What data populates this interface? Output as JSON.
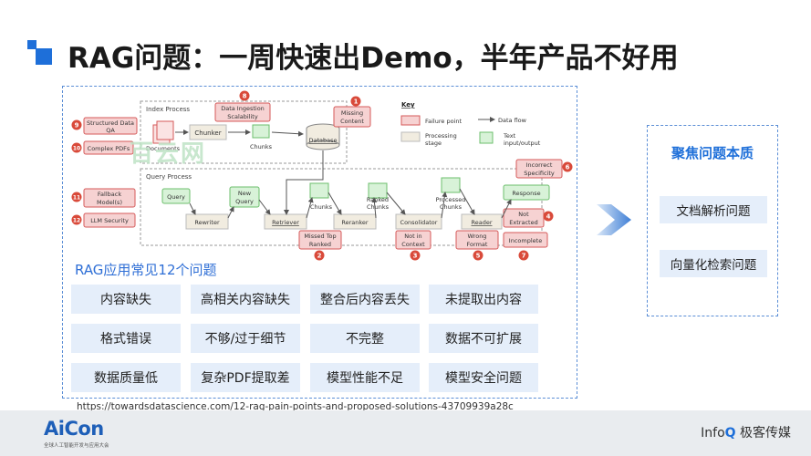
{
  "title": "RAG问题：一周快速出Demo，半年产品不好用",
  "diagram": {
    "index_process": "Index Process",
    "query_process": "Query Process",
    "key_title": "Key",
    "key_failure": "Failure point",
    "key_processing": "Processing",
    "key_stage": "stage",
    "key_dataflow": "Data flow",
    "key_text": "Text",
    "key_io": "input/output",
    "documents": "Documents",
    "chunker": "Chunker",
    "chunks": "Chunks",
    "database": "Database",
    "data_ingestion_1": "Data Ingestion",
    "data_ingestion_2": "Scalability",
    "missing_content_1": "Missing",
    "missing_content_2": "Content",
    "structured_1": "Structured Data",
    "structured_2": "QA",
    "complex_pdfs": "Complex PDFs",
    "fallback_1": "Fallback",
    "fallback_2": "Model(s)",
    "llm_security": "LLM Security",
    "query": "Query",
    "rewriter": "Rewriter",
    "new_query_1": "New",
    "new_query_2": "Query",
    "retriever": "Retriever",
    "q_chunks": "Chunks",
    "reranker": "Reranker",
    "ranked_1": "Ranked",
    "ranked_2": "Chunks",
    "consolidator": "Consolidator",
    "processed_1": "Processed",
    "processed_2": "Chunks",
    "reader": "Reader",
    "response": "Response",
    "incorrect_1": "Incorrect",
    "incorrect_2": "Specificity",
    "not_extracted_1": "Not",
    "not_extracted_2": "Extracted",
    "incomplete": "Incomplete",
    "missed_1": "Missed Top",
    "missed_2": "Ranked",
    "not_in_context_1": "Not in",
    "not_in_context_2": "Context",
    "wrong_format_1": "Wrong",
    "wrong_format_2": "Format",
    "n1": "1",
    "n2": "2",
    "n3": "3",
    "n4": "4",
    "n5": "5",
    "n6": "6",
    "n7": "7",
    "n8": "8",
    "n9": "9",
    "n10": "10",
    "n11": "11",
    "n12": "12"
  },
  "watermark": "百云网",
  "section_title": "RAG应用常见12个问题",
  "problems": [
    "内容缺失",
    "高相关内容缺失",
    "整合后内容丢失",
    "未提取出内容",
    "格式错误",
    "不够/过于细节",
    "不完整",
    "数据不可扩展",
    "数据质量低",
    "复杂PDF提取差",
    "模型性能不足",
    "模型安全问题"
  ],
  "source_url": "https://towardsdatascience.com/12-rag-pain-points-and-proposed-solutions-43709939a28c",
  "focus": {
    "title": "聚焦问题本质",
    "items": [
      "文档解析问题",
      "向量化检索问题"
    ]
  },
  "footer": {
    "logo": "AiCon",
    "logo_sub": "全球人工智能开发与应用大会",
    "infoq_prefix": "Info",
    "infoq_q": "Q",
    "infoq_suffix": " 极客传媒"
  },
  "colors": {
    "accent": "#1e6fd9",
    "failure_fill": "#f6d2d2",
    "failure_stroke": "#d65a5a",
    "badge": "#d94a3a",
    "stage_fill": "#f1ece0",
    "text_io_fill": "#d8f2d8",
    "cell_fill": "#e5eefa"
  }
}
